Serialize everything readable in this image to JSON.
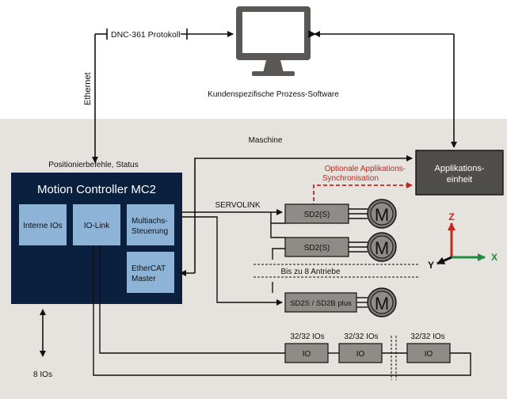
{
  "top": {
    "protocol_label": "DNC-361 Protokoll",
    "ethernet_label": "Ethernet",
    "software_label": "Kundenspezifische Prozess-Software",
    "monitor_icon": "computer-monitor-icon"
  },
  "machine": {
    "label": "Maschine",
    "positioning_label": "Positionierbefehle, Status"
  },
  "controller": {
    "title": "Motion Controller MC2",
    "blocks": {
      "internal_ios": "Interne IOs",
      "io_link": "IO-Link",
      "multiaxis_1": "Multiachs-",
      "multiaxis_2": "Steuerung",
      "ethercat_1": "EtherCAT",
      "ethercat_2": "Master"
    },
    "bottom_ios": "8 IOs"
  },
  "application": {
    "line1": "Applikations-",
    "line2": "einheit",
    "optional_line1": "Optionale Applikations-",
    "optional_line2": "Synchronisation",
    "accent_color": "#c0281e"
  },
  "drives": {
    "servolink_label": "SERVOLINK",
    "drive1": "SD2(S)",
    "drive2": "SD2(S)",
    "drive3": "SD2S / SD2B plus",
    "upto_label": "Bis zu 8 Antriebe",
    "motor_symbol": "M"
  },
  "io_modules": {
    "label1": "32/32 IOs",
    "label2": "32/32 IOs",
    "label3": "32/32 IOs",
    "box1": "IO",
    "box2": "IO",
    "box3": "IO"
  },
  "axes": {
    "z": "Z",
    "y": "Y",
    "x": "X",
    "z_color": "#c0281e",
    "x_color": "#1e8a3c",
    "y_color": "#111111"
  }
}
